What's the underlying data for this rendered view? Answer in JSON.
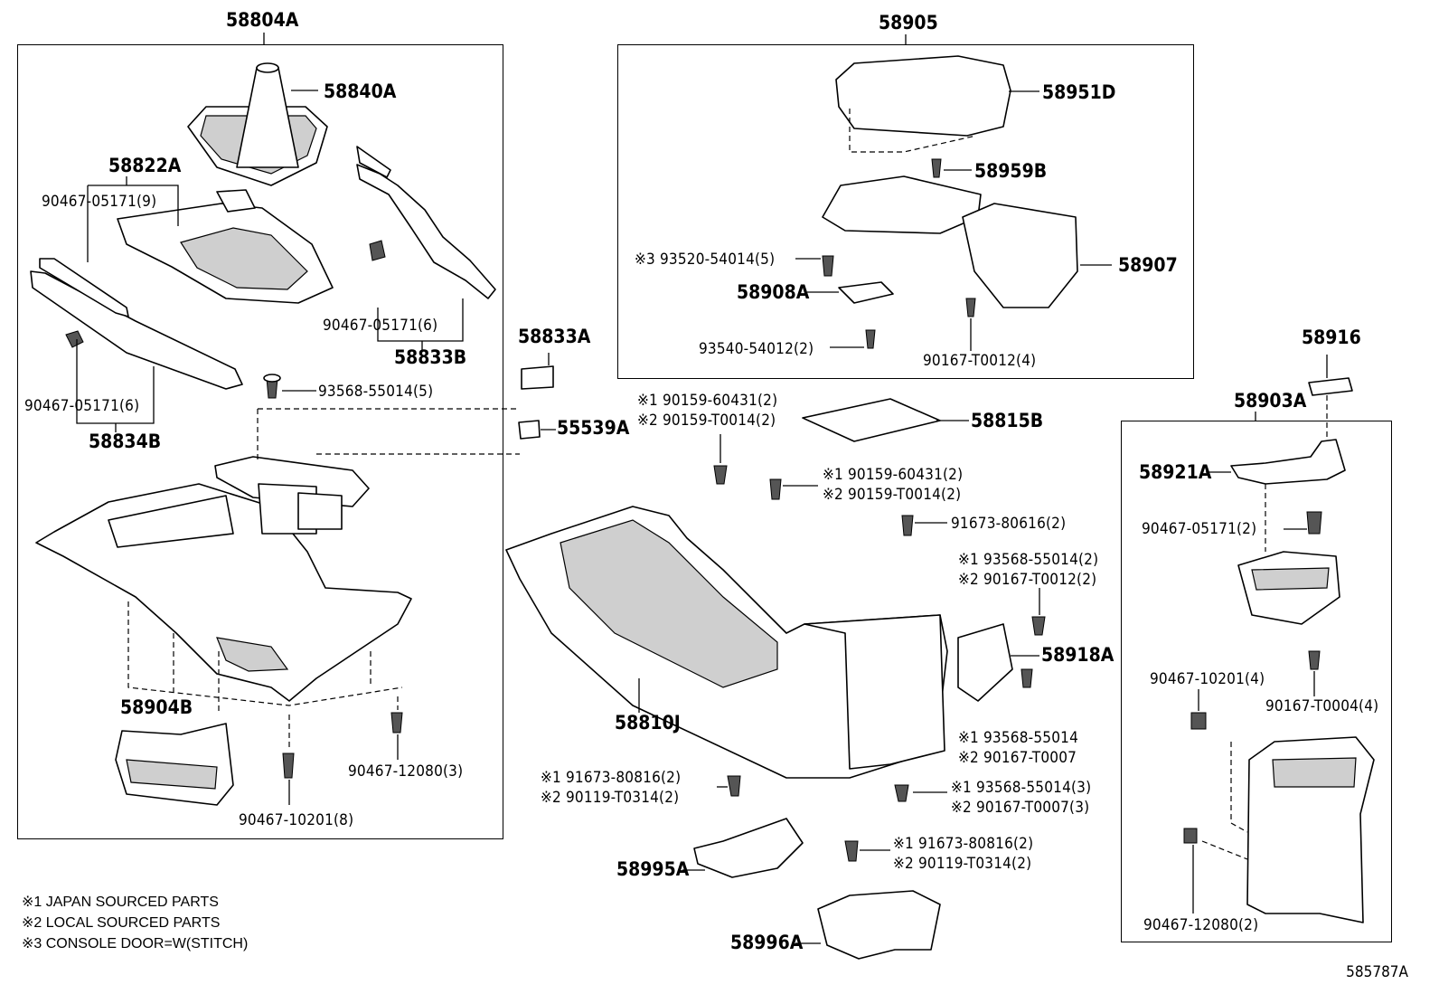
{
  "groups": {
    "left_box": "58804A",
    "top_box": "58905",
    "right_box": "58903A"
  },
  "labels": {
    "p58840A": "58840A",
    "p58822A": "58822A",
    "p90467_05171_9": "90467-05171(9)",
    "p90467_05171_6a": "90467-05171(6)",
    "p58833B": "58833B",
    "p93568_55014_5": "93568-55014(5)",
    "p90467_05171_6b": "90467-05171(6)",
    "p58834B": "58834B",
    "p58904B": "58904B",
    "p90467_12080_3": "90467-12080(3)",
    "p90467_10201_8": "90467-10201(8)",
    "p58833A": "58833A",
    "p55539A": "55539A",
    "p58951D": "58951D",
    "p58959B": "58959B",
    "p93520_54014_5": "※3 93520-54014(5)",
    "p58907": "58907",
    "p58908A": "58908A",
    "p93540_54012_2": "93540-54012(2)",
    "p90167_T0012_4": "90167-T0012(4)",
    "p58916": "58916",
    "p58815B": "58815B",
    "p90159_a1": "※1 90159-60431(2)",
    "p90159_a2": "※2 90159-T0014(2)",
    "p90159_b1": "※1 90159-60431(2)",
    "p90159_b2": "※2 90159-T0014(2)",
    "p91673_80616_2": "91673-80616(2)",
    "p93568_55014_2": "※1 93568-55014(2)",
    "p90167_T0012_2": "※2 90167-T0012(2)",
    "p58918A": "58918A",
    "p93568_55014": "※1 93568-55014",
    "p90167_T0007": "※2 90167-T0007",
    "p93568_55014_3": "※1 93568-55014(3)",
    "p90167_T0007_3": "※2 90167-T0007(3)",
    "p58810J": "58810J",
    "p91673_80816_a": "※1 91673-80816(2)",
    "p90119_T0314_a": "※2 90119-T0314(2)",
    "p58995A": "58995A",
    "p91673_80816_b": "※1 91673-80816(2)",
    "p90119_T0314_b": "※2 90119-T0314(2)",
    "p58996A": "58996A",
    "p58921A": "58921A",
    "p90467_05171_2": "90467-05171(2)",
    "p90467_10201_4": "90467-10201(4)",
    "p90167_T0004_4": "90167-T0004(4)",
    "p90467_12080_2": "90467-12080(2)"
  },
  "legend": [
    "※1 JAPAN SOURCED PARTS",
    "※2 LOCAL SOURCED PARTS",
    "※3 CONSOLE DOOR=W(STITCH)"
  ],
  "figure_number": "585787A"
}
